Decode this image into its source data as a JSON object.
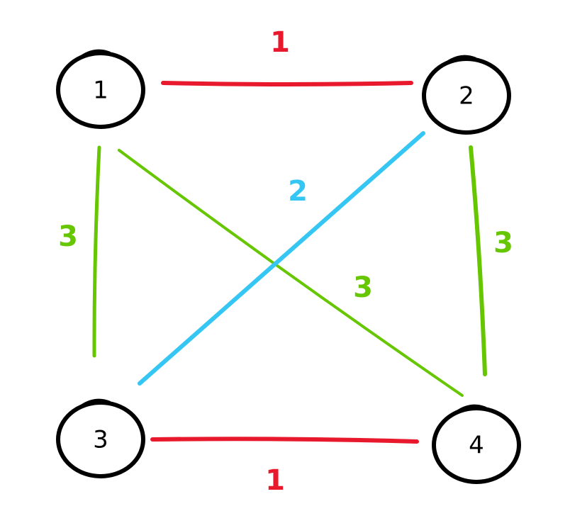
{
  "colors": {
    "red": "#e8192c",
    "green": "#66c600",
    "blue": "#35c6f4",
    "node": "#000000"
  },
  "nodes": [
    {
      "id": "1",
      "label": "1"
    },
    {
      "id": "2",
      "label": "2"
    },
    {
      "id": "3",
      "label": "3"
    },
    {
      "id": "4",
      "label": "4"
    }
  ],
  "edges": [
    {
      "from": "1",
      "to": "2",
      "weight": "1",
      "color": "red"
    },
    {
      "from": "3",
      "to": "4",
      "weight": "1",
      "color": "red"
    },
    {
      "from": "1",
      "to": "3",
      "weight": "3",
      "color": "green"
    },
    {
      "from": "2",
      "to": "4",
      "weight": "3",
      "color": "green"
    },
    {
      "from": "1",
      "to": "4",
      "weight": "3",
      "color": "green"
    },
    {
      "from": "2",
      "to": "3",
      "weight": "2",
      "color": "blue"
    }
  ]
}
